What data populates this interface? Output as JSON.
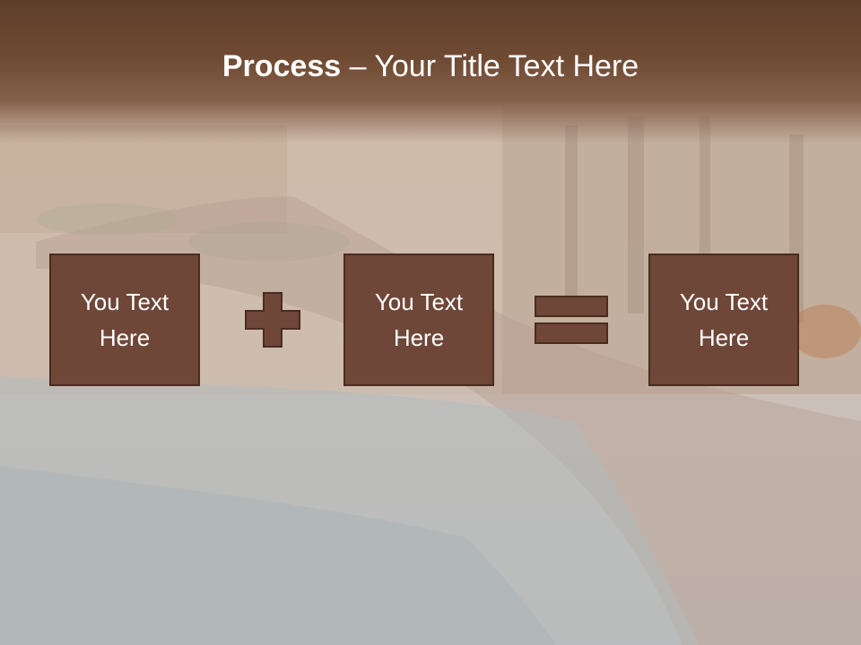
{
  "title": {
    "bold": "Process",
    "dash": " – ",
    "rest": "Your Title Text Here"
  },
  "boxes": [
    {
      "text": "You Text Here"
    },
    {
      "text": "You Text Here"
    },
    {
      "text": "You Text Here"
    }
  ],
  "operators": [
    "plus-icon",
    "equals-icon"
  ],
  "colors": {
    "header": "#6f4a33",
    "box_fill": "#6e4738",
    "box_border": "#4a2c20",
    "text": "#ffffff"
  }
}
